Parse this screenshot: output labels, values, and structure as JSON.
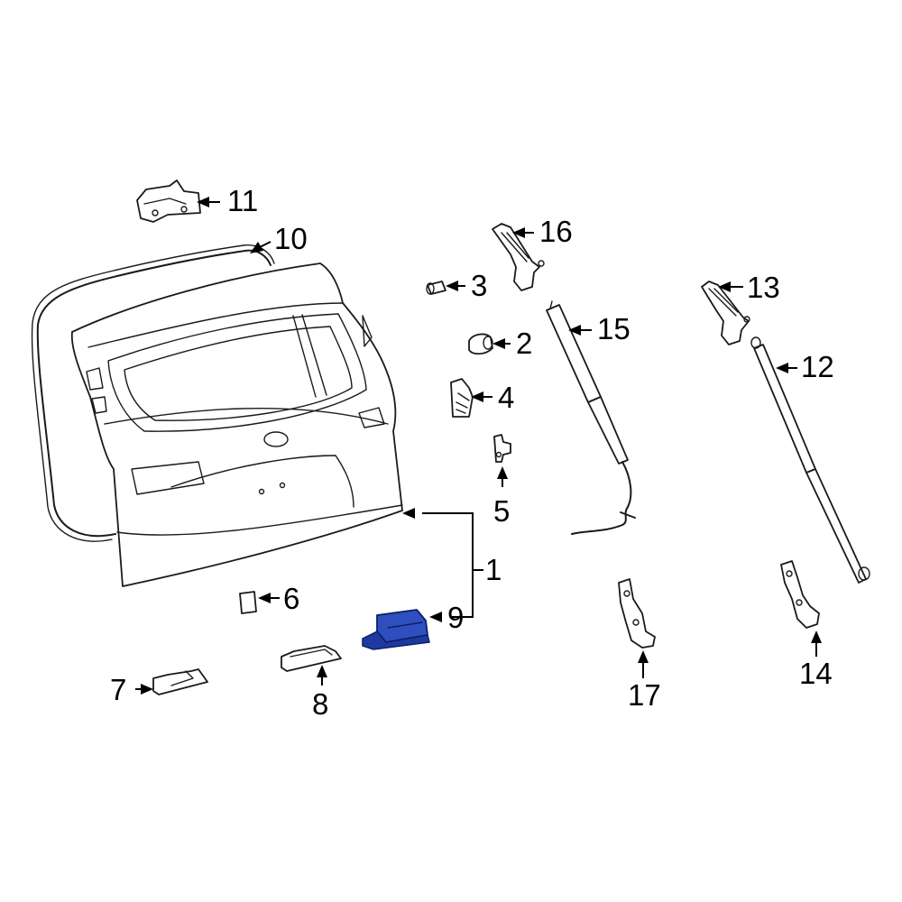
{
  "highlight_color": "#2f4fbf",
  "callouts": {
    "c1": "1",
    "c2": "2",
    "c3": "3",
    "c4": "4",
    "c5": "5",
    "c6": "6",
    "c7": "7",
    "c8": "8",
    "c9": "9",
    "c10": "10",
    "c11": "11",
    "c12": "12",
    "c13": "13",
    "c14": "14",
    "c15": "15",
    "c16": "16",
    "c17": "17"
  },
  "highlighted_part": "9"
}
